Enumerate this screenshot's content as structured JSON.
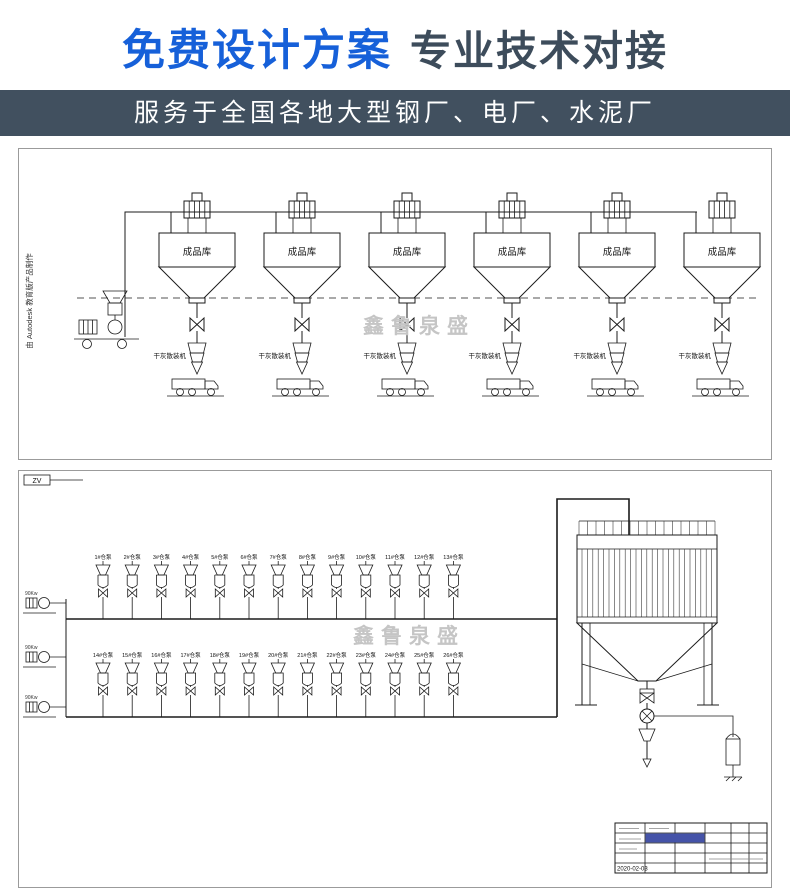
{
  "header": {
    "title_primary": "免费设计方案",
    "title_secondary": "专业技术对接"
  },
  "banner": {
    "text": "服务于全国各地大型钢厂、电厂、水泥厂"
  },
  "colors": {
    "accent_blue": "#1660d9",
    "heading_dark": "#3d4c5b",
    "banner_bg": "#41505f",
    "banner_text": "#ffffff",
    "watermark_gray": "#c5c5c5",
    "title_block_blue": "#4553a8"
  },
  "diagram_top": {
    "watermark": "鑫鲁泉盛",
    "side_note": "由 Autodesk 教育版产品制作",
    "silo_count": 6,
    "silo_label": "成品库",
    "loader_label": "干灰散装机"
  },
  "diagram_bottom": {
    "watermark": "鑫鲁泉盛",
    "corner_label": "ZV",
    "blower_label": "90Kw",
    "blower_count": 3,
    "row1_labels": [
      "1#仓泵",
      "2#仓泵",
      "3#仓泵",
      "4#仓泵",
      "5#仓泵",
      "6#仓泵",
      "7#仓泵",
      "8#仓泵",
      "9#仓泵",
      "10#仓泵",
      "11#仓泵",
      "12#仓泵",
      "13#仓泵"
    ],
    "row2_labels": [
      "14#仓泵",
      "15#仓泵",
      "16#仓泵",
      "17#仓泵",
      "18#仓泵",
      "19#仓泵",
      "20#仓泵",
      "21#仓泵",
      "22#仓泵",
      "23#仓泵",
      "24#仓泵",
      "25#仓泵",
      "26#仓泵"
    ],
    "date": "2020-02-03"
  }
}
